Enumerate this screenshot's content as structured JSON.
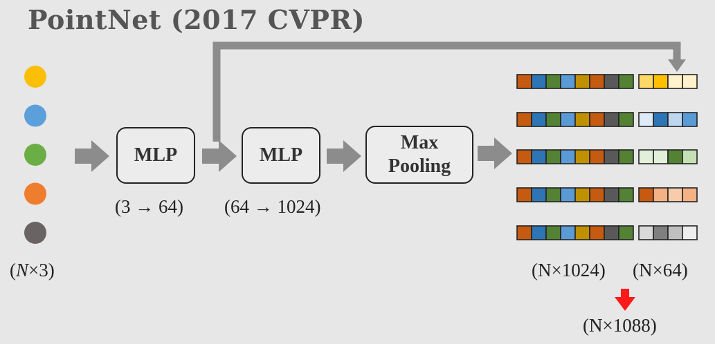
{
  "title": "PointNet (2017 CVPR)",
  "input": {
    "point_colors": [
      "#fbbf0a",
      "#5b9fdb",
      "#6cae46",
      "#ef7d2e",
      "#6a6363"
    ],
    "label": {
      "open": "(",
      "var": "N",
      "rest": "×3)"
    }
  },
  "mlp1": {
    "label": "MLP",
    "dims": "(3 → 64)"
  },
  "mlp2": {
    "label": "MLP",
    "dims": "(64 → 1024)"
  },
  "maxpool": {
    "line1": "Max",
    "line2": "Pooling"
  },
  "global_feature": {
    "colors": [
      "#c55a11",
      "#2e75b6",
      "#548235",
      "#5b9bd5",
      "#bf9000",
      "#c55a11",
      "#595959",
      "#548235"
    ],
    "label": "(N×1024)"
  },
  "local_features": {
    "rows": [
      [
        "#ffd966",
        "#ffc000",
        "#fff2cc",
        "#fff2cc"
      ],
      [
        "#deebf7",
        "#2e75b6",
        "#bdd7ee",
        "#5b9bd5"
      ],
      [
        "#e2f0d9",
        "#e2f0d9",
        "#548235",
        "#c5e0b4"
      ],
      [
        "#c55a11",
        "#f4b183",
        "#f8cbad",
        "#f4b183"
      ],
      [
        "#d9d9d9",
        "#7f7f7f",
        "#bfbfbf",
        "#ededed"
      ]
    ],
    "label": "(N×64)"
  },
  "output_label": "(N×1088)",
  "colors": {
    "arrow": "#8c8c8c",
    "highlight_arrow": "#ff1a1a",
    "title": "#555555"
  }
}
